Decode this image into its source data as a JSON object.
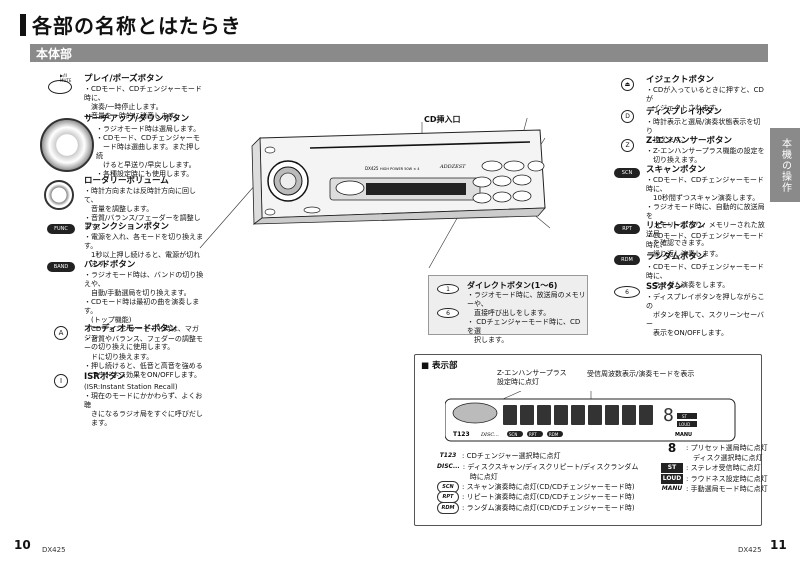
{
  "page_title": "各部の名称とはたらき",
  "section_label": "本体部",
  "side_tab": "本機の操作",
  "left_buttons": [
    {
      "name": "プレイ/ポーズボタン",
      "desc": "・CDモード、CDチェンジャーモード時に、\n　演奏/一時停止します。\n・音量を一時的に消音します。",
      "icon_label": "▶/II MUTE"
    },
    {
      "name": "サーチアップ/ダウンボタン",
      "desc": "・ラジオモード時は選局します。\n・CDモード、CDチェンジャーモ\n　ード時は選曲します。また押し続\n　けると早送り/早戻しします。\n・各種設定時にも使用します。"
    },
    {
      "name": "ロータリーボリューム",
      "desc": "・時計方向または反時計方向に回して、\n　音量を調整します。\n・音質/バランス/フェーダーを調整します。"
    },
    {
      "name": "ファンクションボタン",
      "desc": "・電源を入れ、各モードを切り換えます。\n　1秒以上押し続けると、電源が切れ\n　ます。",
      "icon_label": "FUNC"
    },
    {
      "name": "バンドボタン",
      "desc": "・ラジオモード時は、バンドの切り換えや、\n　自動/手動選局を切り換えます。\n・CDモード時は最初の曲を演奏します。\n　(トップ機能)\n・CDチェンジャーモード時は、マガジン\n　の切り換えに使用します。",
      "icon_label": "BAND"
    },
    {
      "name": "オーディオモードボタン",
      "desc": "・音質やバランス、フェダーの調整モー\n　ドに切り換えます。\n・押し続けると、低音と高音を強める\n　ラウドネス効果をON/OFFします。",
      "icon_label": "A"
    },
    {
      "name": "ISRボタン",
      "desc": "(ISR:Instant Station Recall)\n・現在のモードにかかわらず、よくお聴\n　きになるラジオ局をすぐに呼びだし\n　ます。",
      "icon_label": "I"
    }
  ],
  "right_buttons": [
    {
      "name": "イジェクトボタン",
      "desc": "・CDが入っているときに押すと、CDが\n　イジェクトされます。",
      "icon_label": "⏏"
    },
    {
      "name": "ディスプレイボタン",
      "desc": "・時計表示と選局/演奏状態表示を切り\n　換えます。",
      "icon_label": "D"
    },
    {
      "name": "Z-エンハンサーボタン",
      "desc": "・Z-エンハンサープラス機能の設定を\n　切り換えます。",
      "icon_label": "Z"
    },
    {
      "name": "スキャンボタン",
      "desc": "・CDモード、CDチェンジャーモード時に、\n　10秒間ずつスキャン演奏します。\n・ラジオモード時に、自動的に放送局を\n　メモリーしたり、メモリーされた放送局\n　を確認できます。",
      "icon_label": "SCN"
    },
    {
      "name": "リピートボタン",
      "desc": "・CDモード、CDチェンジャーモード時に、\n　繰り返し演奏します。",
      "icon_label": "RPT"
    },
    {
      "name": "ランダムボタン",
      "desc": "・CDモード、CDチェンジャーモード時に、\n　ランダム演奏をします。",
      "icon_label": "RDM"
    },
    {
      "name": "SSボタン",
      "desc": "・ディスプレイボタンを押しながらこの\n　ボタンを押して、スクリーンセーバー\n　表示をON/OFFします。",
      "icon_label": "6"
    }
  ],
  "cd_slot_label": "CD挿入口",
  "unit_labels": {
    "model": "DX425",
    "power": "HIGH POWER 50W × 4",
    "brand": "ADDZEST"
  },
  "direct_buttons": {
    "name": "ダイレクトボタン(1～6)",
    "desc": "・ラジオモード時に、放送局のメモリーや、\n　直接呼び出しをします。\n・ CDチェンジャーモード時に、CDを選\n　択します。",
    "icon_labels": [
      "1",
      "6"
    ]
  },
  "display": {
    "title": "■ 表示部",
    "top_label_left": "Z-エンハンサープラス\n設定時に点灯",
    "top_label_right": "受信周波数表示/演奏モードを表示",
    "lcd_chars": "888888888",
    "lcd_icons": [
      "T123",
      "DISC...",
      "SCN",
      "RPT",
      "RDM"
    ],
    "lcd_right": [
      "8",
      "ST",
      "LOUD",
      "MANU"
    ],
    "legend_left": [
      {
        "mark": "T123",
        "text": ": CDチェンジャー選択時に点灯"
      },
      {
        "mark": "DISC...",
        "text": ": ディスクスキャン/ディスクリピート/ディスクランダム\n　時に点灯"
      },
      {
        "mark": "SCN",
        "text": ": スキャン演奏時に点灯(CD/CDチェンジャーモード時)"
      },
      {
        "mark": "RPT",
        "text": ": リピート演奏時に点灯(CD/CDチェンジャーモード時)"
      },
      {
        "mark": "RDM",
        "text": ": ランダム演奏時に点灯(CD/CDチェンジャーモード時)"
      }
    ],
    "legend_right": [
      {
        "mark": "8",
        "text": ": プリセット選局時に点灯\n　ディスク選択時に点灯"
      },
      {
        "mark": "ST",
        "text": ": ステレオ受信時に点灯"
      },
      {
        "mark": "LOUD",
        "text": ": ラウドネス設定時に点灯"
      },
      {
        "mark": "MANU",
        "text": ": 手動選局モード時に点灯"
      }
    ]
  },
  "footer": {
    "left_page": "10",
    "left_model": "DX425",
    "right_page": "11",
    "right_model": "DX425"
  }
}
